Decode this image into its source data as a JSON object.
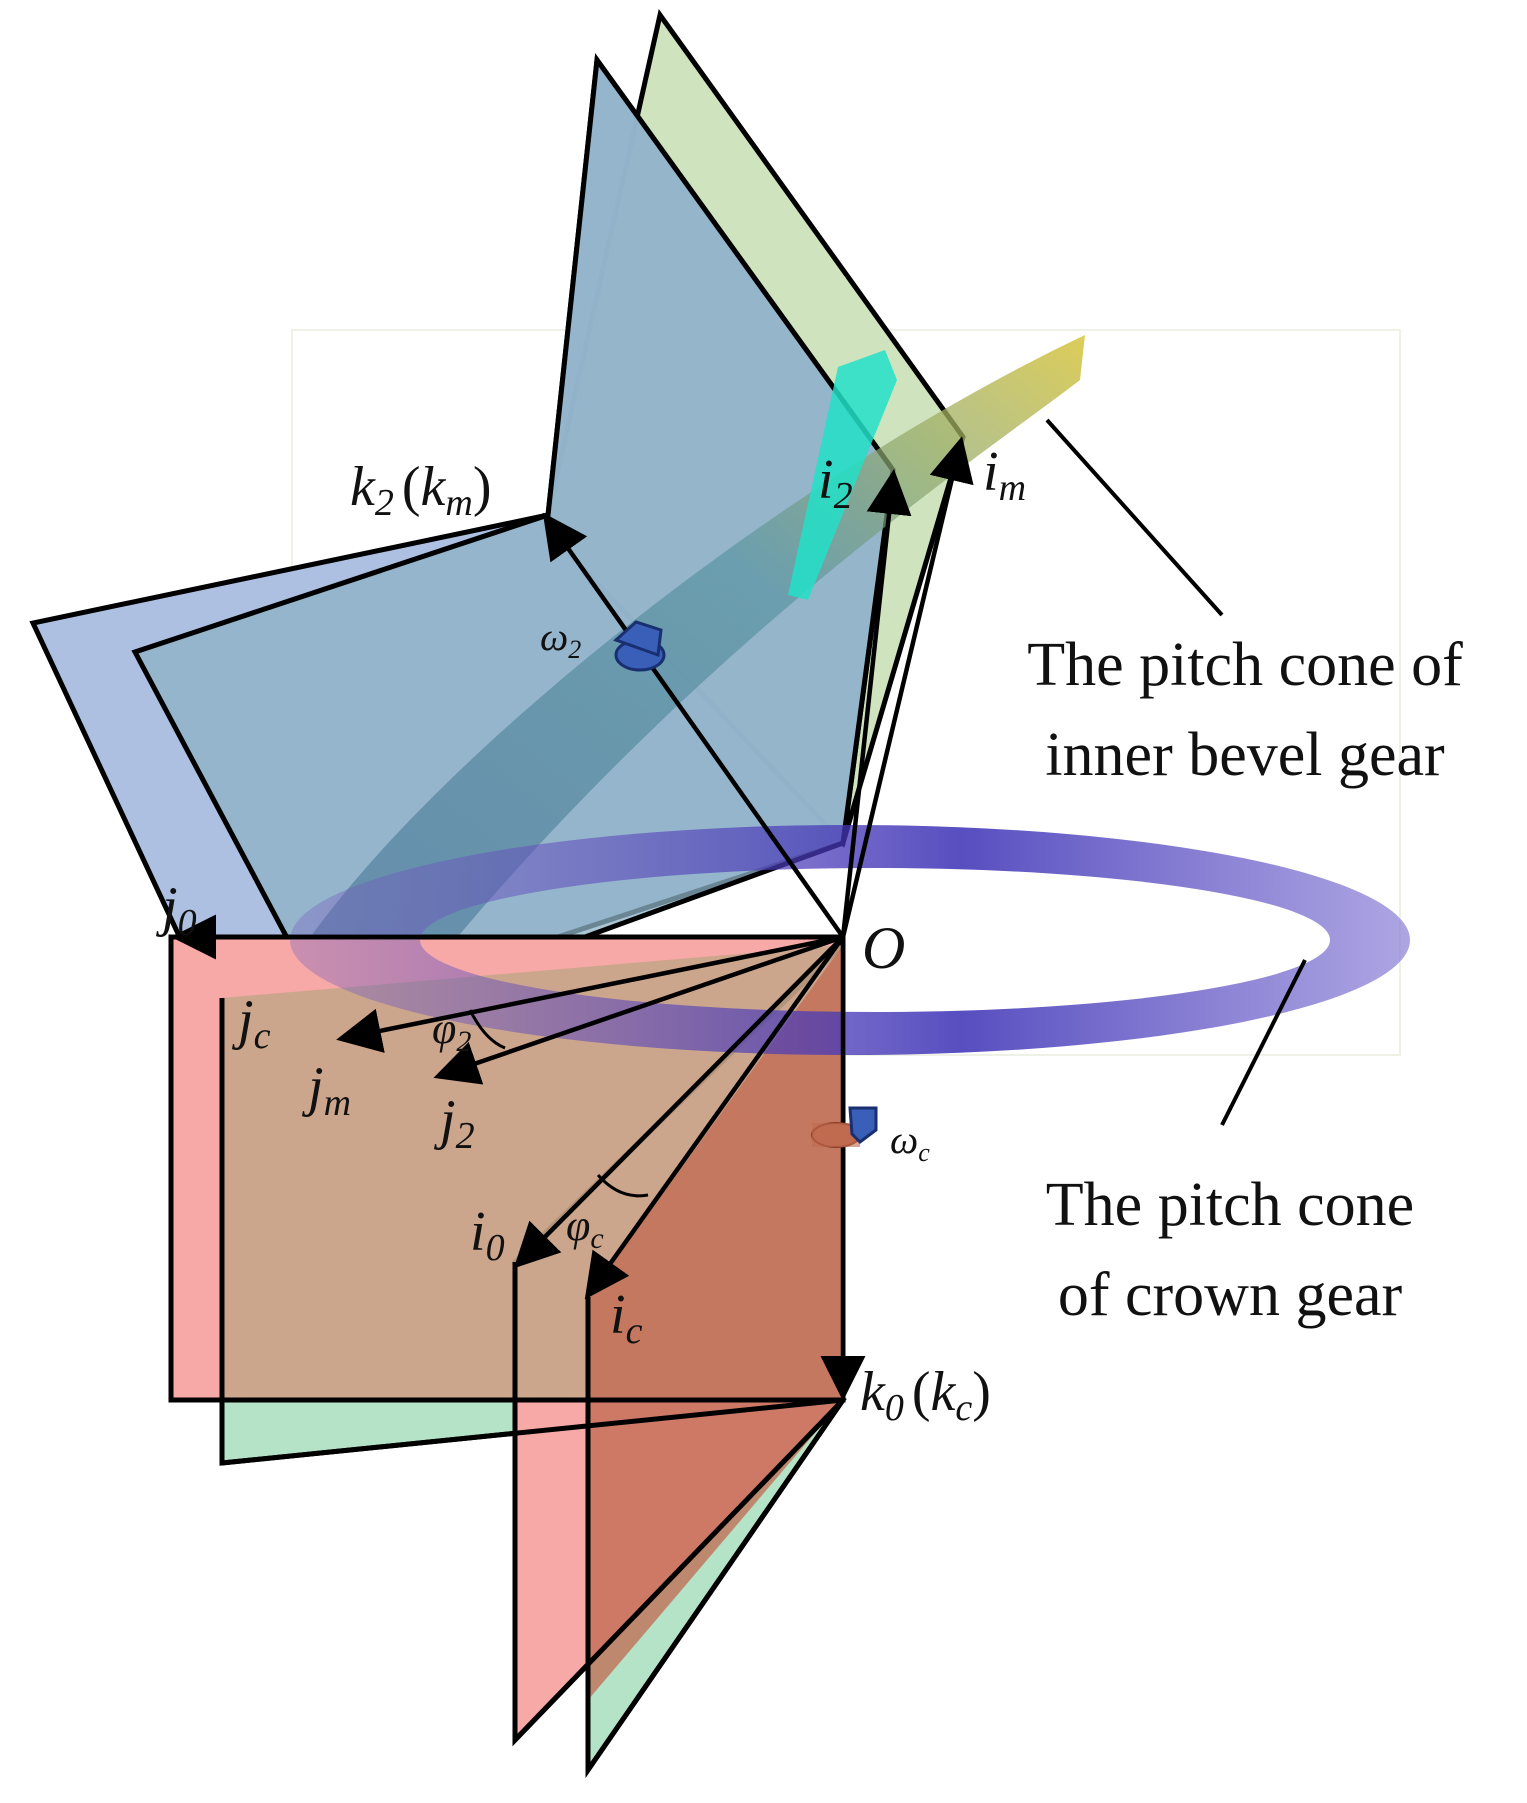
{
  "labels": {
    "k2": "k",
    "k2_sub": "2",
    "k2_paren_open": "(",
    "km": "k",
    "km_sub": "m",
    "k2_paren_close": ")",
    "i2": "i",
    "i2_sub": "2",
    "im": "i",
    "im_sub": "m",
    "omega2": "ω",
    "omega2_sub": "2",
    "j0": "j",
    "j0_sub": "0",
    "O": "O",
    "jc": "j",
    "jc_sub": "c",
    "jm": "j",
    "jm_sub": "m",
    "j2": "j",
    "j2_sub": "2",
    "phi2": "φ",
    "phi2_sub": "2",
    "omegac": "ω",
    "omegac_sub": "c",
    "i0": "i",
    "i0_sub": "0",
    "phic": "φ",
    "phic_sub": "c",
    "ic": "i",
    "ic_sub": "c",
    "k0": "k",
    "k0_sub": "0",
    "k0_paren_open": "(",
    "kc": "k",
    "kc_sub": "c",
    "k0_paren_close": ")"
  },
  "captions": {
    "inner_bevel_line1": "The pitch cone of",
    "inner_bevel_line2": "inner bevel gear",
    "crown_line1": "The pitch cone",
    "crown_line2": "of crown gear"
  },
  "colors": {
    "blue_plane": "#a9bde0",
    "green_plane": "#cfe3bf",
    "teal_overlap": "#8eb2c4",
    "red_plane": "#f6a9a6",
    "brown_overlap": "#c7a48a",
    "mint_plane": "#b5e3c8",
    "crown_ring": "#3f32b8",
    "bevel_cone": "#4f8f9a",
    "omega_marker": "#3a5fb8"
  }
}
